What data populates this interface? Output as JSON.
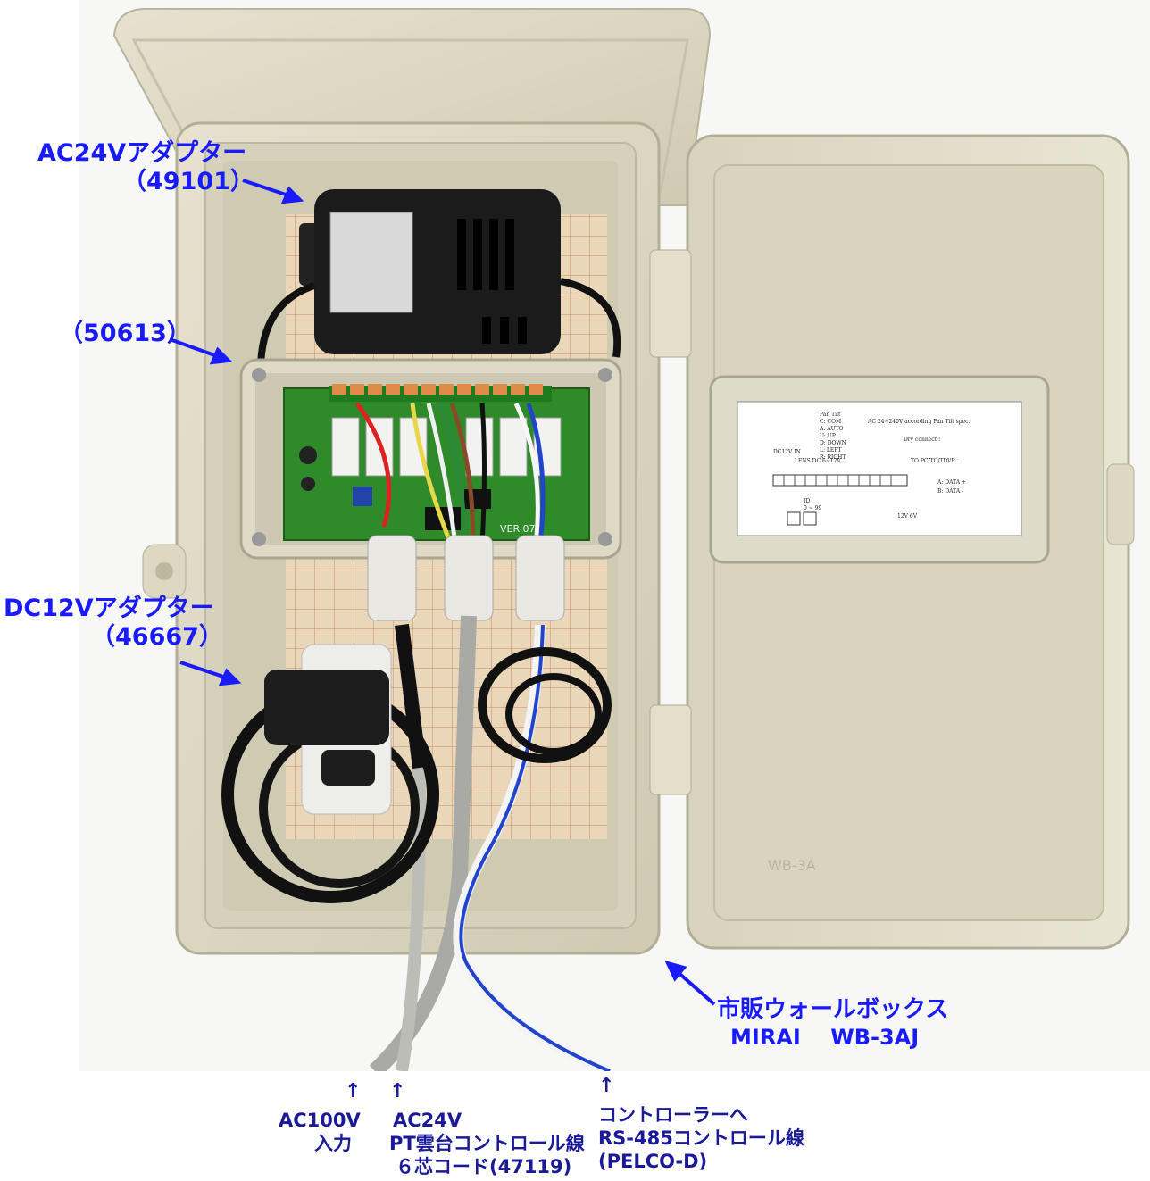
{
  "colors": {
    "label_blue": "#1a1aff",
    "label_navy": "#1a1a99",
    "box_beige": "#dcd8c4",
    "adapter_black": "#1b1b1b",
    "pcb_green": "#2f8a2a",
    "grid_paper": "#ead6b8",
    "cable_gray": "#a9aaa6",
    "cable_blue": "#2244cc"
  },
  "pcb": {
    "version": "VER:070"
  },
  "lid_sticker": {
    "lines": [
      "Pan Tilt",
      "C: COM",
      "A: AUTO",
      "U: UP",
      "D: DOWN",
      "L: LEFT",
      "R: RIGHT"
    ],
    "top_note": "AC 24~240V according Pan Tilt spec.",
    "dry_note": "Dry connect !",
    "to_note": "TO PC/TO/TDVR..",
    "dc_label": "DC12V IN",
    "lens_label": "LENS DC 6~12V",
    "data_a": "A: DATA +",
    "data_b": "B: DATA -",
    "id_label": "ID",
    "id_range": "0 ~ 99",
    "volt_label": "12V  6V"
  },
  "box_mark": "WB-3A",
  "annotations": {
    "ac24_adapter": {
      "line1": "AC24Vアダプター",
      "line2": "（49101）"
    },
    "box_50613": {
      "line1": "（50613）"
    },
    "dc12_adapter": {
      "line1": "DC12Vアダプター",
      "line2": "（46667）"
    },
    "wall_box": {
      "line1": "市販ウォールボックス",
      "line2": "MIRAI    WB-3AJ"
    }
  },
  "cable_labels": {
    "ac100": {
      "arrow": "↑",
      "line1": "AC100V",
      "line2": "入力"
    },
    "ac24": {
      "arrow": "↑",
      "line1": "AC24V",
      "line2": "PT雲台コントロール線",
      "line3": "６芯コード(47119)"
    },
    "rs485": {
      "arrow": "↑",
      "line1": "コントローラーへ",
      "line2": "RS-485コントロール線",
      "line3": "(PELCO-D)"
    }
  }
}
